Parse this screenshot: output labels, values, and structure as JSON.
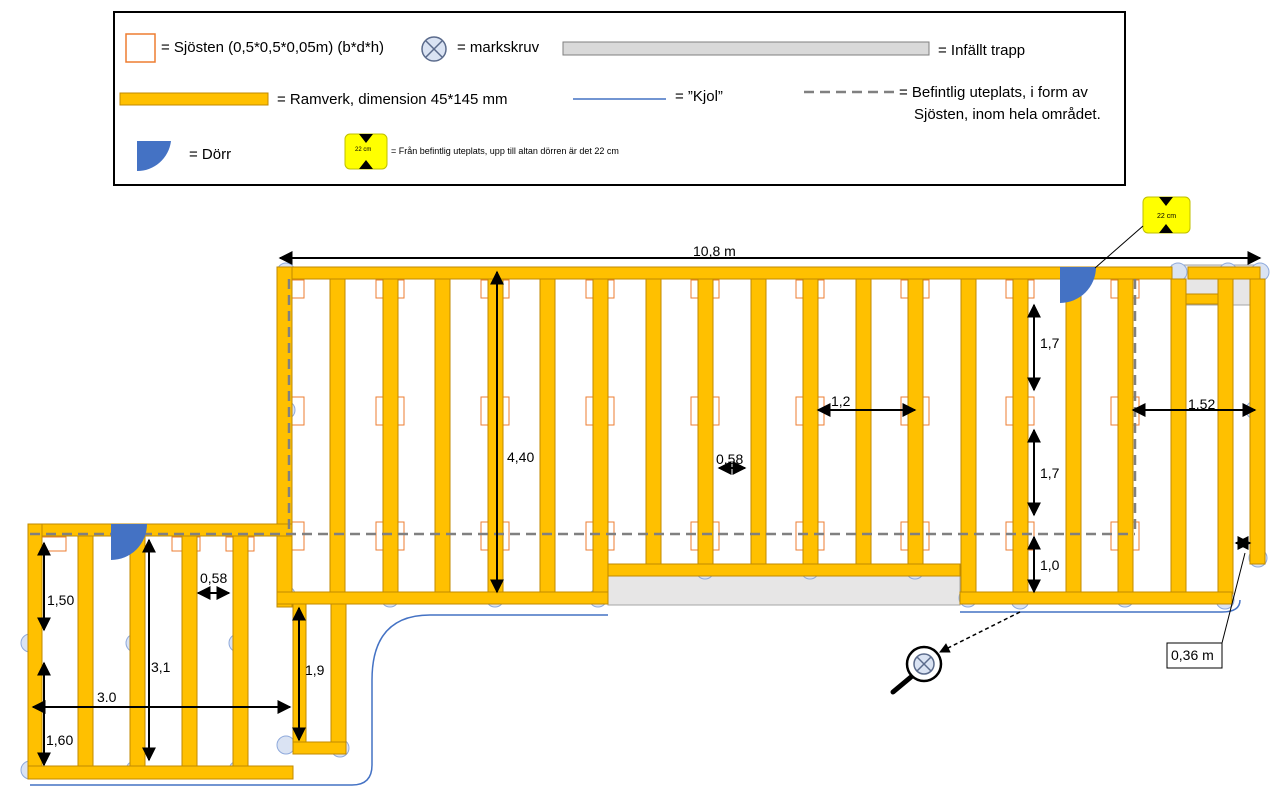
{
  "legend": {
    "sjosten": "= Sjösten (0,5*0,5*0,05m) (b*d*h)",
    "markskruv": "= markskruv",
    "infallt_trapp": "= Infällt trapp",
    "ramverk": "= Ramverk, dimension 45*145 mm",
    "kjol": "= ”Kjol”",
    "befintlig_line1": "= Befintlig uteplats, i form av",
    "befintlig_line2": "Sjösten, inom hela området.",
    "dorr": "= Dörr",
    "height_badge": "22 cm",
    "height_note": "= Från befintlig uteplats, upp till altan dörren är det 22 cm"
  },
  "plan_badge": "22 cm",
  "dimensions": {
    "total_length": "10,8 m",
    "depth_main": "4,40",
    "joist_gap": "0,58",
    "span_1_2": "1,2",
    "span_1_52": "1,52",
    "upper_1_7": "1,7",
    "middle_1_7": "1,7",
    "right_1_0": "1,0",
    "left_1_50": "1,50",
    "left_3_1": "3,1",
    "left_gap": "0,58",
    "left_1_9": "1,9",
    "left_width": "3.0",
    "left_1_60": "1,60",
    "edge_offset": "0,36 m"
  },
  "colors": {
    "frame": "#FFC000",
    "frame_edge": "#C08A00",
    "stone": "#ED7D31",
    "screw": "#8FAADC",
    "door": "#4472C4",
    "skirt": "#4472C4",
    "badge": "#FFFF00",
    "existing": "#808080",
    "stair": "#D9D9D9"
  }
}
